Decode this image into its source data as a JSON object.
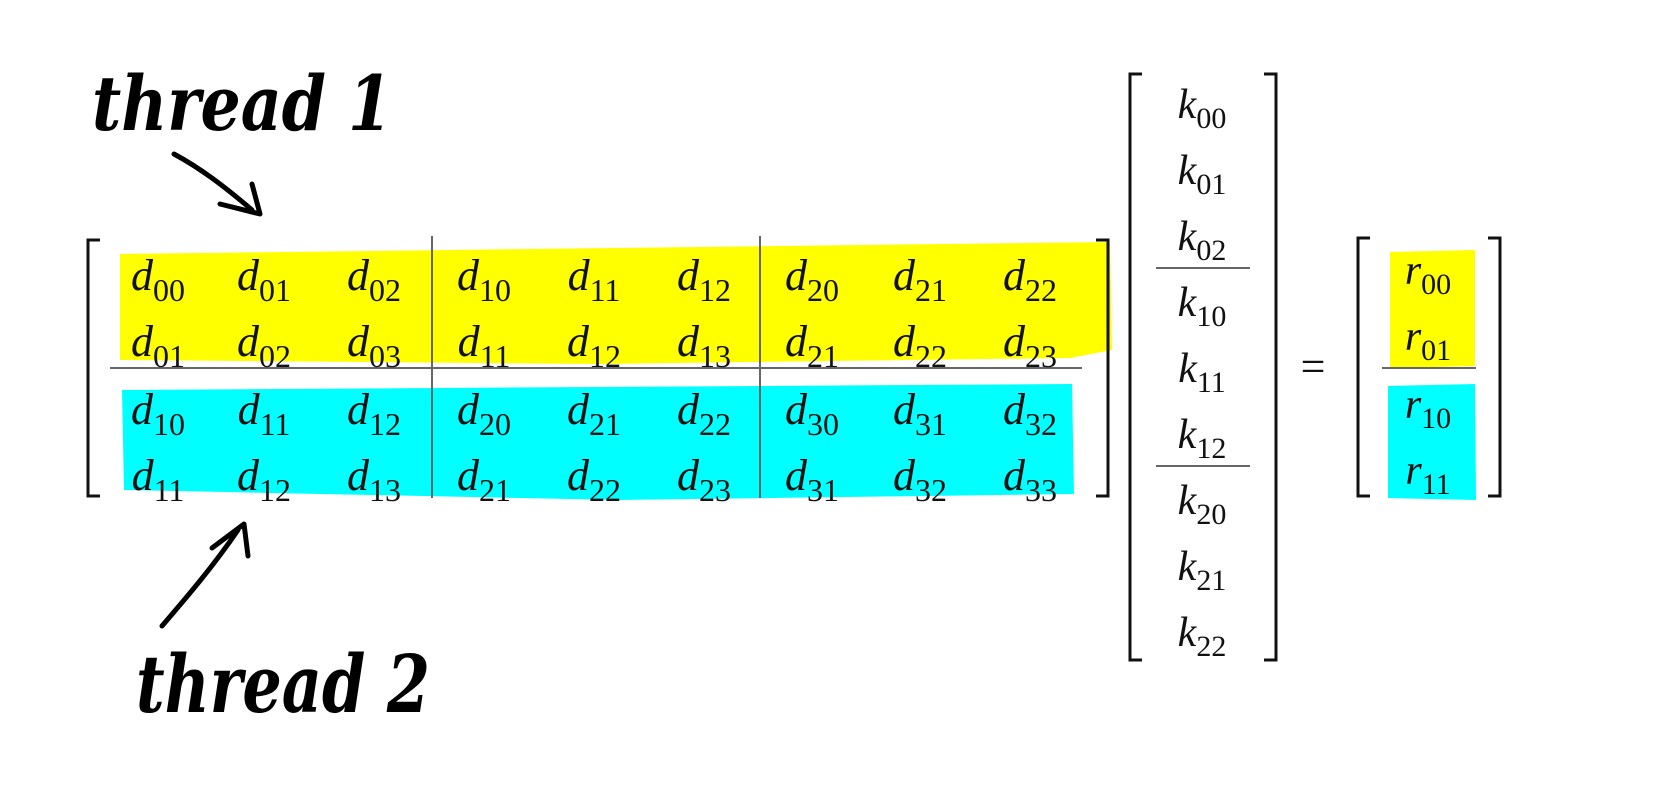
{
  "annotations": {
    "thread1": "thread 1",
    "thread2": "thread 2"
  },
  "colors": {
    "highlight_thread1": "#FFFF00",
    "highlight_thread2": "#00FFFF",
    "ink": "#111111",
    "rule": "#666666"
  },
  "data_matrix": {
    "rows": [
      [
        [
          "d",
          "00"
        ],
        [
          "d",
          "01"
        ],
        [
          "d",
          "02"
        ],
        [
          "d",
          "10"
        ],
        [
          "d",
          "11"
        ],
        [
          "d",
          "12"
        ],
        [
          "d",
          "20"
        ],
        [
          "d",
          "21"
        ],
        [
          "d",
          "22"
        ]
      ],
      [
        [
          "d",
          "01"
        ],
        [
          "d",
          "02"
        ],
        [
          "d",
          "03"
        ],
        [
          "d",
          "11"
        ],
        [
          "d",
          "12"
        ],
        [
          "d",
          "13"
        ],
        [
          "d",
          "21"
        ],
        [
          "d",
          "22"
        ],
        [
          "d",
          "23"
        ]
      ],
      [
        [
          "d",
          "10"
        ],
        [
          "d",
          "11"
        ],
        [
          "d",
          "12"
        ],
        [
          "d",
          "20"
        ],
        [
          "d",
          "21"
        ],
        [
          "d",
          "22"
        ],
        [
          "d",
          "30"
        ],
        [
          "d",
          "31"
        ],
        [
          "d",
          "32"
        ]
      ],
      [
        [
          "d",
          "11"
        ],
        [
          "d",
          "12"
        ],
        [
          "d",
          "13"
        ],
        [
          "d",
          "21"
        ],
        [
          "d",
          "22"
        ],
        [
          "d",
          "23"
        ],
        [
          "d",
          "31"
        ],
        [
          "d",
          "32"
        ],
        [
          "d",
          "33"
        ]
      ]
    ]
  },
  "kernel_vector": {
    "entries": [
      [
        "k",
        "00"
      ],
      [
        "k",
        "01"
      ],
      [
        "k",
        "02"
      ],
      [
        "k",
        "10"
      ],
      [
        "k",
        "11"
      ],
      [
        "k",
        "12"
      ],
      [
        "k",
        "20"
      ],
      [
        "k",
        "21"
      ],
      [
        "k",
        "22"
      ]
    ]
  },
  "operator": "=",
  "result_vector": {
    "entries": [
      [
        "r",
        "00"
      ],
      [
        "r",
        "01"
      ],
      [
        "r",
        "10"
      ],
      [
        "r",
        "11"
      ]
    ]
  }
}
